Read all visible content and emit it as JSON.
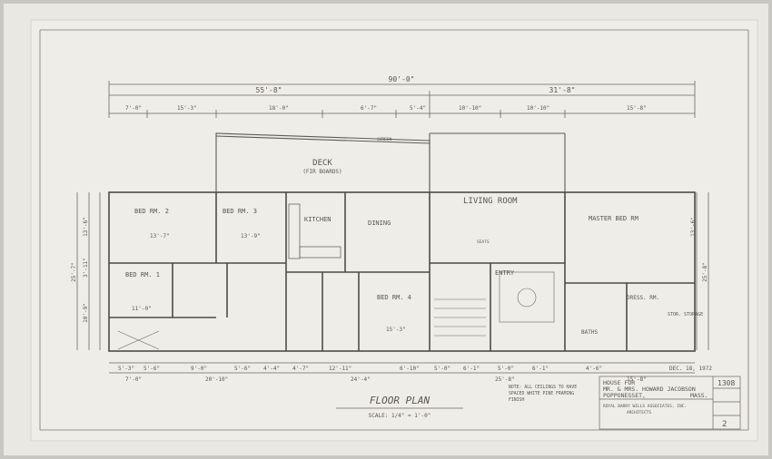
{
  "plan": {
    "overall": "90'-0\"",
    "left_span": "55'-8\"",
    "right_span": "31'-8\"",
    "top_dims": [
      "7'-0\"",
      "15'-3\"",
      "18'-0\"",
      "6'-7\"",
      "5'-4\"",
      "10'-10\"",
      "10'-10\"",
      "15'-8\""
    ],
    "bottom_dims_1": [
      "5'-3\"",
      "5'-6\"",
      "9'-0\"",
      "5'-6\"",
      "4'-4\"",
      "4'-7\"",
      "12'-11\"",
      "6'-10\"",
      "5'-0\"",
      "6'-1\"",
      "5'-0\"",
      "6'-1\"",
      "4'-6\""
    ],
    "bottom_dims_2": [
      "7'-0\"",
      "20'-10\"",
      "24'-4\"",
      "25'-8\"",
      "15'-8\""
    ],
    "left_dims": [
      "25'-7\"",
      "13'-6\"",
      "3'-11\"",
      "10'-9\""
    ],
    "right_dims": [
      "25'-8\"",
      "13'-6\""
    ],
    "rooms": {
      "deck": "DECK",
      "deck_sub": "(FIR BOARDS)",
      "bedroom2": "BED RM. 2",
      "bedroom2_size": "13'-7\"",
      "bedroom3": "BED RM. 3",
      "bedroom3_size": "13'-9\"",
      "kitchen": "KITCHEN",
      "dining": "DINING",
      "living": "LIVING ROOM",
      "master": "MASTER BED RM",
      "bedroom1": "BED RM. 1",
      "bedroom1_size": "11'-0\"",
      "bedroom4": "BED RM. 4",
      "bedroom4_size": "15'-3\"",
      "entry": "ENTRY",
      "baths": "BATHS",
      "dress": "DRESS. RM."
    },
    "notes": {
      "screen": "SCREEN",
      "seats": "SEATS",
      "storage": "STOR. STORAGE"
    },
    "title": "FLOOR PLAN",
    "scale": "SCALE: 1/4\" = 1'-0\"",
    "note_block": "NOTE: ALL CEILINGS TO HAVE SPACED WHITE PINE FRAMING FINISH",
    "date": "DEC. 18, 1972"
  },
  "title_block": {
    "line1": "HOUSE FOR",
    "line2": "MR. & MRS. HOWARD JACOBSON",
    "line3": "POPPONESSET,",
    "line3b": "MASS.",
    "architect": "ROYAL BARRY WILLS ASSOCIATES, INC.",
    "architect_sub": "ARCHITECTS",
    "job_no": "1308",
    "sheet_no": "2"
  }
}
